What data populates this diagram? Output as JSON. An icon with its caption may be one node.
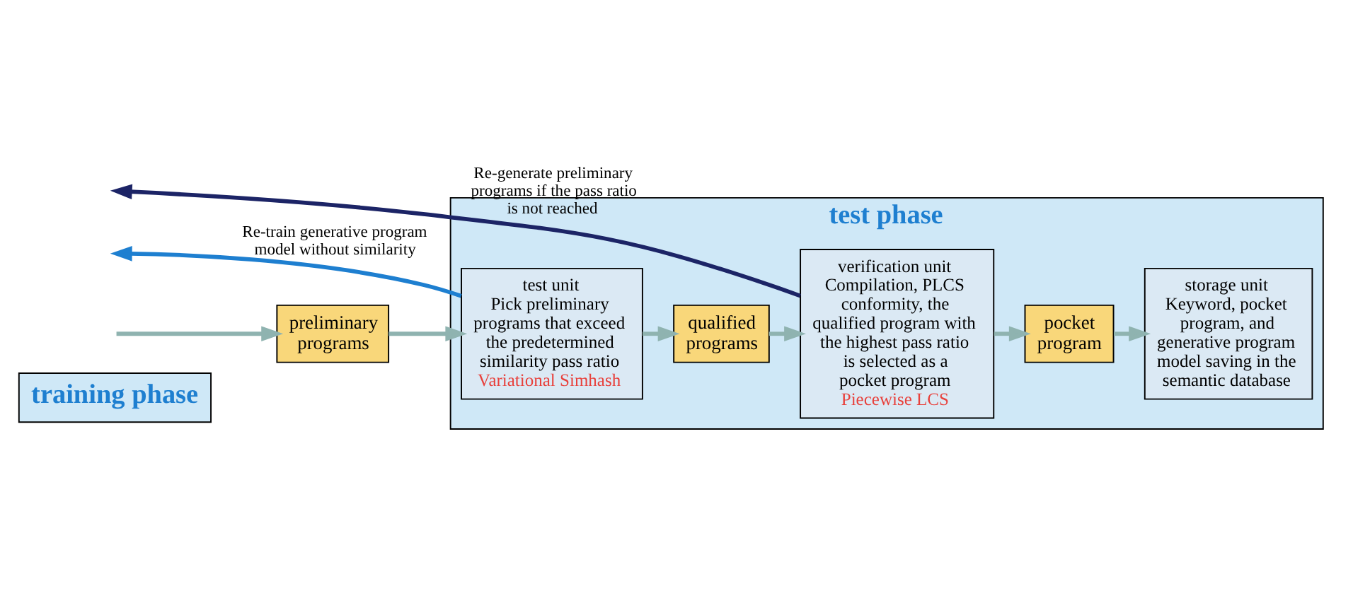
{
  "diagram": {
    "nodes": [
      {
        "text": [
          "training phase"
        ]
      },
      {
        "text": [
          "test phase"
        ]
      },
      {
        "text": [
          "preliminary programs"
        ]
      },
      {
        "text": [
          "test unit",
          "Pick preliminary programs that exceed the predetermined similarity pass ratio",
          "Variational Simhash"
        ],
        "in": 1
      },
      {
        "text": [
          "qualified programs"
        ],
        "in": 1
      },
      {
        "text": [
          "verification unit",
          "Compilation, PLCS conformity, the qualified program with the highest pass ratio is selected as a pocket program",
          "Piecewise LCS"
        ],
        "in": 1
      },
      {
        "text": [
          "pocket program"
        ],
        "in": 1
      },
      {
        "text": [
          "storage unit",
          "Keyword, pocket program, and generative program model saving in the semantic database"
        ],
        "in": 1
      }
    ],
    "edges": [
      {
        "from": null,
        "to": 2,
        "arrow": "to"
      },
      {
        "from": 2,
        "to": 3,
        "arrow": "to"
      },
      {
        "from": 3,
        "to": 4,
        "arrow": "to"
      },
      {
        "from": 4,
        "to": 5,
        "arrow": "to"
      },
      {
        "from": 5,
        "to": 6,
        "arrow": "to"
      },
      {
        "from": 6,
        "to": 7,
        "arrow": "to"
      },
      {
        "from": 3,
        "to": null,
        "arrow": "to",
        "label": "Re-train generative program model without similarity",
        "color": "#1e7fd0"
      },
      {
        "from": 5,
        "to": null,
        "arrow": "to",
        "label": "Re-generate preliminary programs if the pass ratio is not reached",
        "color": "#1c2466"
      }
    ]
  }
}
